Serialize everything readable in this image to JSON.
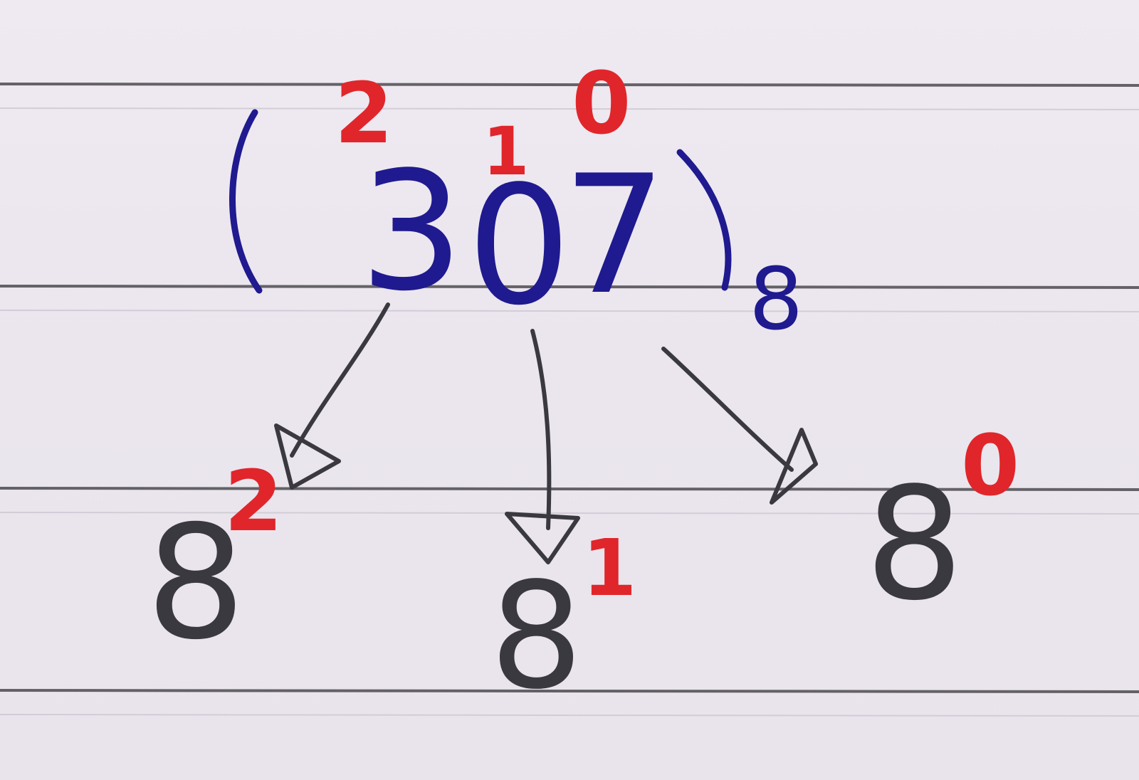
{
  "colors": {
    "ink_blue": "#1f1a8f",
    "ink_red": "#e0262b",
    "ink_graphite": "#3b3940",
    "paper": "#ece7ee"
  },
  "note": {
    "number": {
      "digits": [
        "3",
        "0",
        "7"
      ],
      "base": "8",
      "positions": [
        "2",
        "1",
        "0"
      ]
    },
    "powers": [
      {
        "base": "8",
        "exponent": "2"
      },
      {
        "base": "8",
        "exponent": "1"
      },
      {
        "base": "8",
        "exponent": "0"
      }
    ]
  }
}
